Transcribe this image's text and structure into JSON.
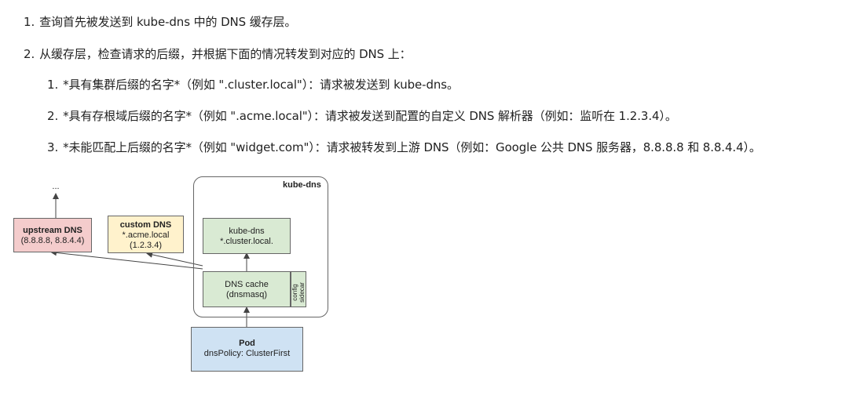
{
  "list": {
    "items": [
      {
        "num": "1.",
        "text": "查询首先被发送到 kube-dns 中的 DNS 缓存层。"
      },
      {
        "num": "2.",
        "text": "从缓存层，检查请求的后缀，并根据下面的情况转发到对应的 DNS 上："
      }
    ],
    "subitems": [
      {
        "num": "1.",
        "text": "*具有集群后缀的名字*（例如 \".cluster.local\"）：请求被发送到 kube-dns。"
      },
      {
        "num": "2.",
        "text": "*具有存根域后缀的名字*（例如 \".acme.local\"）：请求被发送到配置的自定义 DNS 解析器（例如：监听在 1.2.3.4）。"
      },
      {
        "num": "3.",
        "text": "*未能匹配上后缀的名字*（例如 \"widget.com\"）：请求被转发到上游 DNS（例如：Google 公共 DNS 服务器，8.8.8.8 和 8.8.4.4）。"
      }
    ]
  },
  "diagram": {
    "ellipsis": "...",
    "upstream": {
      "title": "upstream DNS",
      "line1": "(8.8.8.8, 8.8.4.4)"
    },
    "custom": {
      "title": "custom DNS",
      "line1": "*.acme.local",
      "line2": "(1.2.3.4)"
    },
    "kubedns_group": {
      "label": "kube-dns"
    },
    "kubedns_node": {
      "line1": "kube-dns",
      "line2": "*.cluster.local."
    },
    "cache": {
      "line1": "DNS cache",
      "line2": "(dnsmasq)"
    },
    "sidecar": {
      "line1": "config",
      "line2": "sidecar"
    },
    "pod": {
      "title": "Pod",
      "line1": "dnsPolicy: ClusterFirst"
    },
    "colors": {
      "upstream_fill": "#f4cccc",
      "custom_fill": "#fff2cc",
      "green_fill": "#d9ead3",
      "pod_fill": "#cfe2f3"
    }
  }
}
